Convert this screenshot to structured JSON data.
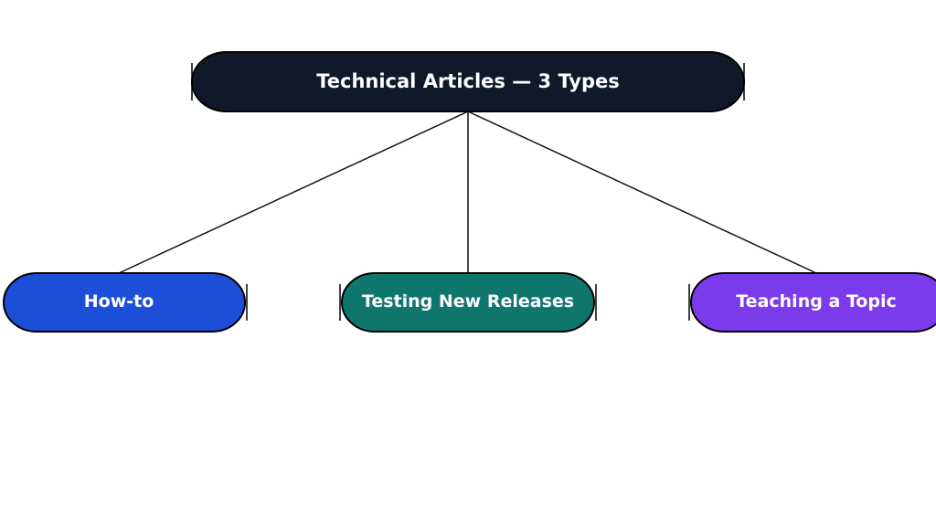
{
  "diagram": {
    "root": {
      "label": "Technical Articles — 3 Types",
      "color": "#111827"
    },
    "children": [
      {
        "label": "How-to",
        "color": "#1D4ED8"
      },
      {
        "label": "Testing New Releases",
        "color": "#0F766E"
      },
      {
        "label": "Teaching a Topic",
        "color": "#7C3AED"
      }
    ]
  }
}
